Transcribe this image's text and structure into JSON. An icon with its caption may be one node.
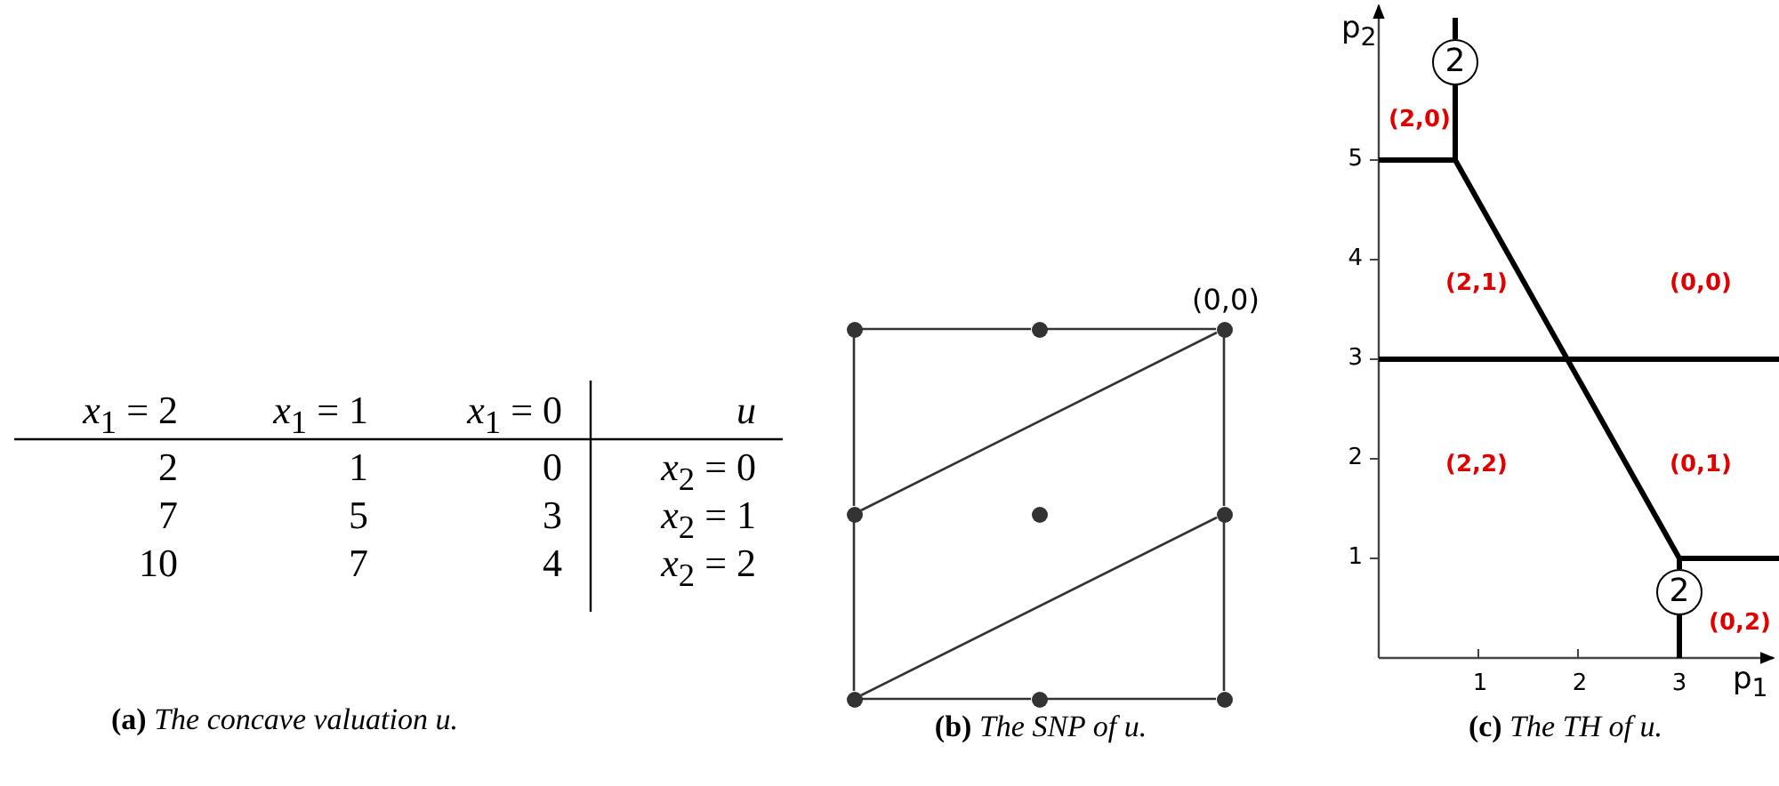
{
  "diagram": {
    "nodes": [
      {
        "text": [],
        "shape": "circle"
      },
      {
        "text": [],
        "shape": "circle"
      },
      {
        "text": [],
        "shape": "circle",
        "beside": [
          "(0,0)"
        ]
      },
      {
        "text": [],
        "shape": "circle"
      },
      {
        "text": [],
        "shape": "circle"
      },
      {
        "text": [],
        "shape": "circle"
      },
      {
        "text": [],
        "shape": "circle"
      },
      {
        "text": [],
        "shape": "circle"
      },
      {
        "text": [],
        "shape": "circle"
      },
      {
        "text": [
          "2"
        ]
      },
      {
        "text": [
          "2"
        ]
      }
    ],
    "edges": [
      {
        "from": 0,
        "to": 1,
        "arrow": "none"
      },
      {
        "from": 1,
        "to": 2,
        "arrow": "none"
      },
      {
        "from": 2,
        "to": 5,
        "arrow": "none"
      },
      {
        "from": 5,
        "to": 8,
        "arrow": "none"
      },
      {
        "from": 6,
        "to": 7,
        "arrow": "none"
      },
      {
        "from": 7,
        "to": 8,
        "arrow": "none"
      },
      {
        "from": 0,
        "to": 3,
        "arrow": "none"
      },
      {
        "from": 3,
        "to": 6,
        "arrow": "none"
      },
      {
        "from": 3,
        "to": 2,
        "arrow": "none"
      },
      {
        "from": 6,
        "to": 5,
        "arrow": "none"
      }
    ],
    "labels": [
      "*x*$_{1}$ = 2",
      "*x*$_{1}$ = 1",
      "*x*$_{1}$ = 0",
      "*u*",
      "2",
      "1",
      "0",
      "*x*$_{2}$ = 0",
      "7",
      "5",
      "3",
      "*x*$_{2}$ = 1",
      "10",
      "7",
      "4",
      "*x*$_{2}$ = 2",
      "**(a)** *The concave valuation u.*",
      "**(b)** *The SNP of u.*",
      "p$_{2}$",
      "(2,0)",
      "5",
      "4",
      "(2,1)",
      "(0,0)",
      "3",
      "2",
      "(2,2)",
      "(0,1)",
      "1",
      "(0,2)",
      "1",
      "2",
      "3",
      "p$_{1}$",
      "**(c)** *The TH of u.*"
    ]
  }
}
